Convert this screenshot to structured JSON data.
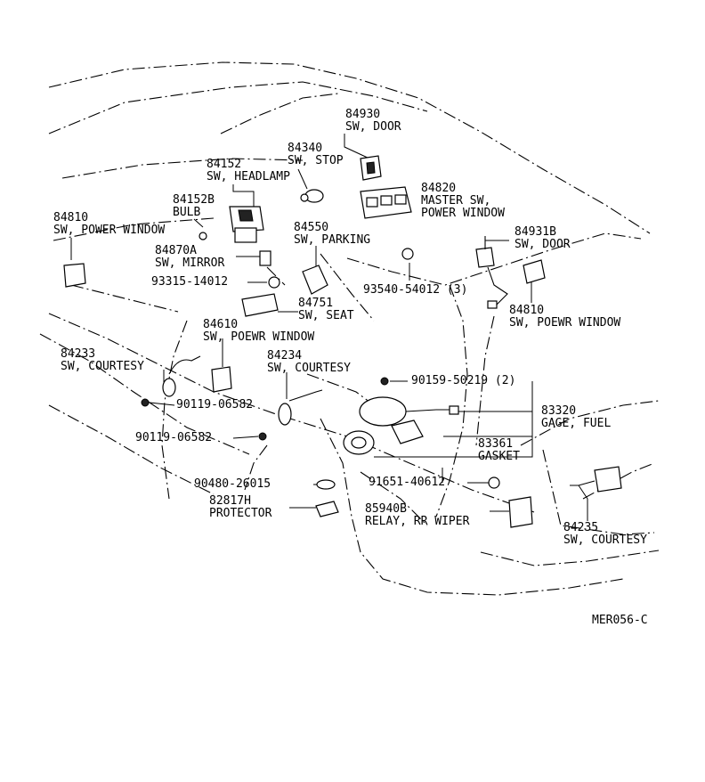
{
  "parts": [
    {
      "number": "84930",
      "name": "SW, DOOR"
    },
    {
      "number": "84340",
      "name": "SW, STOP"
    },
    {
      "number": "84152",
      "name": "SW, HEADLAMP"
    },
    {
      "number": "84820",
      "name": "MASTER SW,",
      "name2": "POWER WINDOW"
    },
    {
      "number": "84152B",
      "name": "BULB"
    },
    {
      "number": "84810",
      "name": "SW, POWER WINDOW"
    },
    {
      "number": "84550",
      "name": "SW, PARKING"
    },
    {
      "number": "84931B",
      "name": "SW, DOOR"
    },
    {
      "number": "84870A",
      "name": "SW, MIRROR"
    },
    {
      "number": "93315-14012"
    },
    {
      "number": "93540-54012 (3)"
    },
    {
      "number": "84751",
      "name": "SW, SEAT"
    },
    {
      "number": "84810",
      "name": "SW, POEWR WINDOW"
    },
    {
      "number": "84610",
      "name": "SW, POEWR WINDOW"
    },
    {
      "number": "84233",
      "name": "SW, COURTESY"
    },
    {
      "number": "84234",
      "name": "SW, COURTESY"
    },
    {
      "number": "90159-50219 (2)"
    },
    {
      "number": "90119-06582"
    },
    {
      "number": "83320",
      "name": "GAGE, FUEL"
    },
    {
      "number": "90119-06582"
    },
    {
      "number": "83361",
      "name": "GASKET"
    },
    {
      "number": "90480-26015"
    },
    {
      "number": "91651-40612"
    },
    {
      "number": "82817H",
      "name": "PROTECTOR"
    },
    {
      "number": "85940B",
      "name": "RELAY, RR WIPER"
    },
    {
      "number": "84235",
      "name": "SW, COURTESY"
    }
  ],
  "diagram_code": "MER056-C"
}
